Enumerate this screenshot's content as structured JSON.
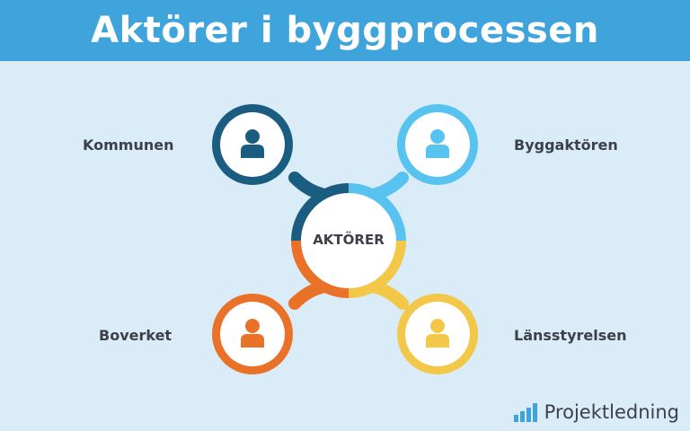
{
  "header": {
    "title": "Aktörer i byggprocessen"
  },
  "center": {
    "label": "AKTÖRER"
  },
  "nodes": [
    {
      "label": "Kommunen",
      "color": "#1b5d80",
      "icon": "person-icon"
    },
    {
      "label": "Byggaktören",
      "color": "#57c3ee",
      "icon": "person-icon"
    },
    {
      "label": "Boverket",
      "color": "#ea7128",
      "icon": "person-icon"
    },
    {
      "label": "Länsstyrelsen",
      "color": "#f3c848",
      "icon": "person-icon"
    }
  ],
  "brand": {
    "name": "Projektledning",
    "logo": "bar-chart-logo"
  }
}
